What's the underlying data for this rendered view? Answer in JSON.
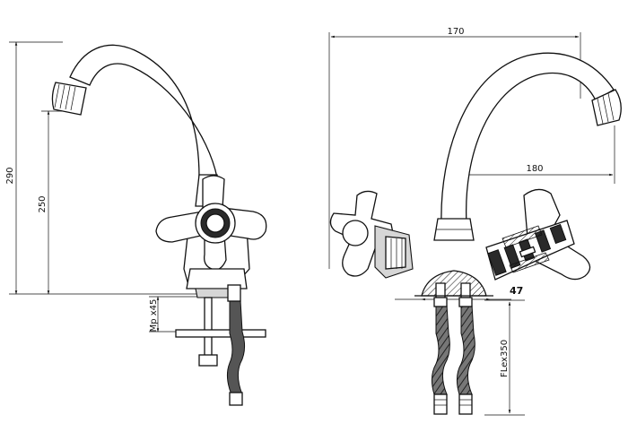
{
  "dimensions": {
    "height_total": "290",
    "height_spout": "250",
    "thread": "Mp x45",
    "width_total": "170",
    "reach": "180",
    "mount_width": "47",
    "hose": "FLex350"
  }
}
